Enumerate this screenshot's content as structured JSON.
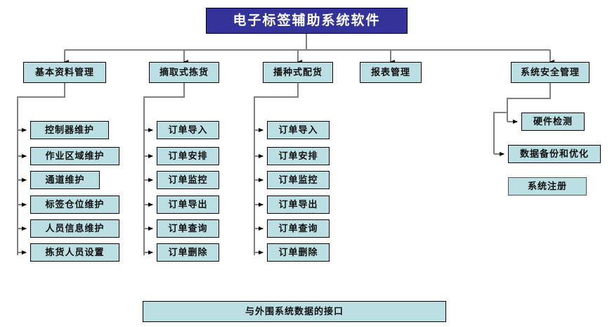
{
  "diagram": {
    "title_box": {
      "label": "电子标签辅助系统软件",
      "fill": "#333399",
      "text_color": "#ffffff"
    },
    "node_fill": "#bcdfe4",
    "node_border": "#000000",
    "connector_color": "#808080",
    "level2": [
      {
        "label": "基本资料管理"
      },
      {
        "label": "摘取式拣货"
      },
      {
        "label": "播种式配货"
      },
      {
        "label": "报表管理"
      },
      {
        "label": "系统安全管理"
      }
    ],
    "columns": [
      {
        "parent": "基本资料管理",
        "items": [
          {
            "label": "控制器维护"
          },
          {
            "label": "作业区域维护"
          },
          {
            "label": "通道维护"
          },
          {
            "label": "标签仓位维护"
          },
          {
            "label": "人员信息维护"
          },
          {
            "label": "拣货人员设置"
          }
        ]
      },
      {
        "parent": "摘取式拣货",
        "items": [
          {
            "label": "订单导入"
          },
          {
            "label": "订单安排"
          },
          {
            "label": "订单监控"
          },
          {
            "label": "订单导出"
          },
          {
            "label": "订单查询"
          },
          {
            "label": "订单删除"
          }
        ]
      },
      {
        "parent": "播种式配货",
        "items": [
          {
            "label": "订单导入"
          },
          {
            "label": "订单安排"
          },
          {
            "label": "订单监控"
          },
          {
            "label": "订单导出"
          },
          {
            "label": "订单查询"
          },
          {
            "label": "订单删除"
          }
        ]
      },
      {
        "parent": "报表管理",
        "items": []
      },
      {
        "parent": "系统安全管理",
        "items": [
          {
            "label": "硬件检测"
          },
          {
            "label": "数据备份和优化"
          },
          {
            "label": "系统注册"
          }
        ]
      }
    ],
    "footer_box": {
      "label": "与外围系统数据的接口"
    }
  }
}
